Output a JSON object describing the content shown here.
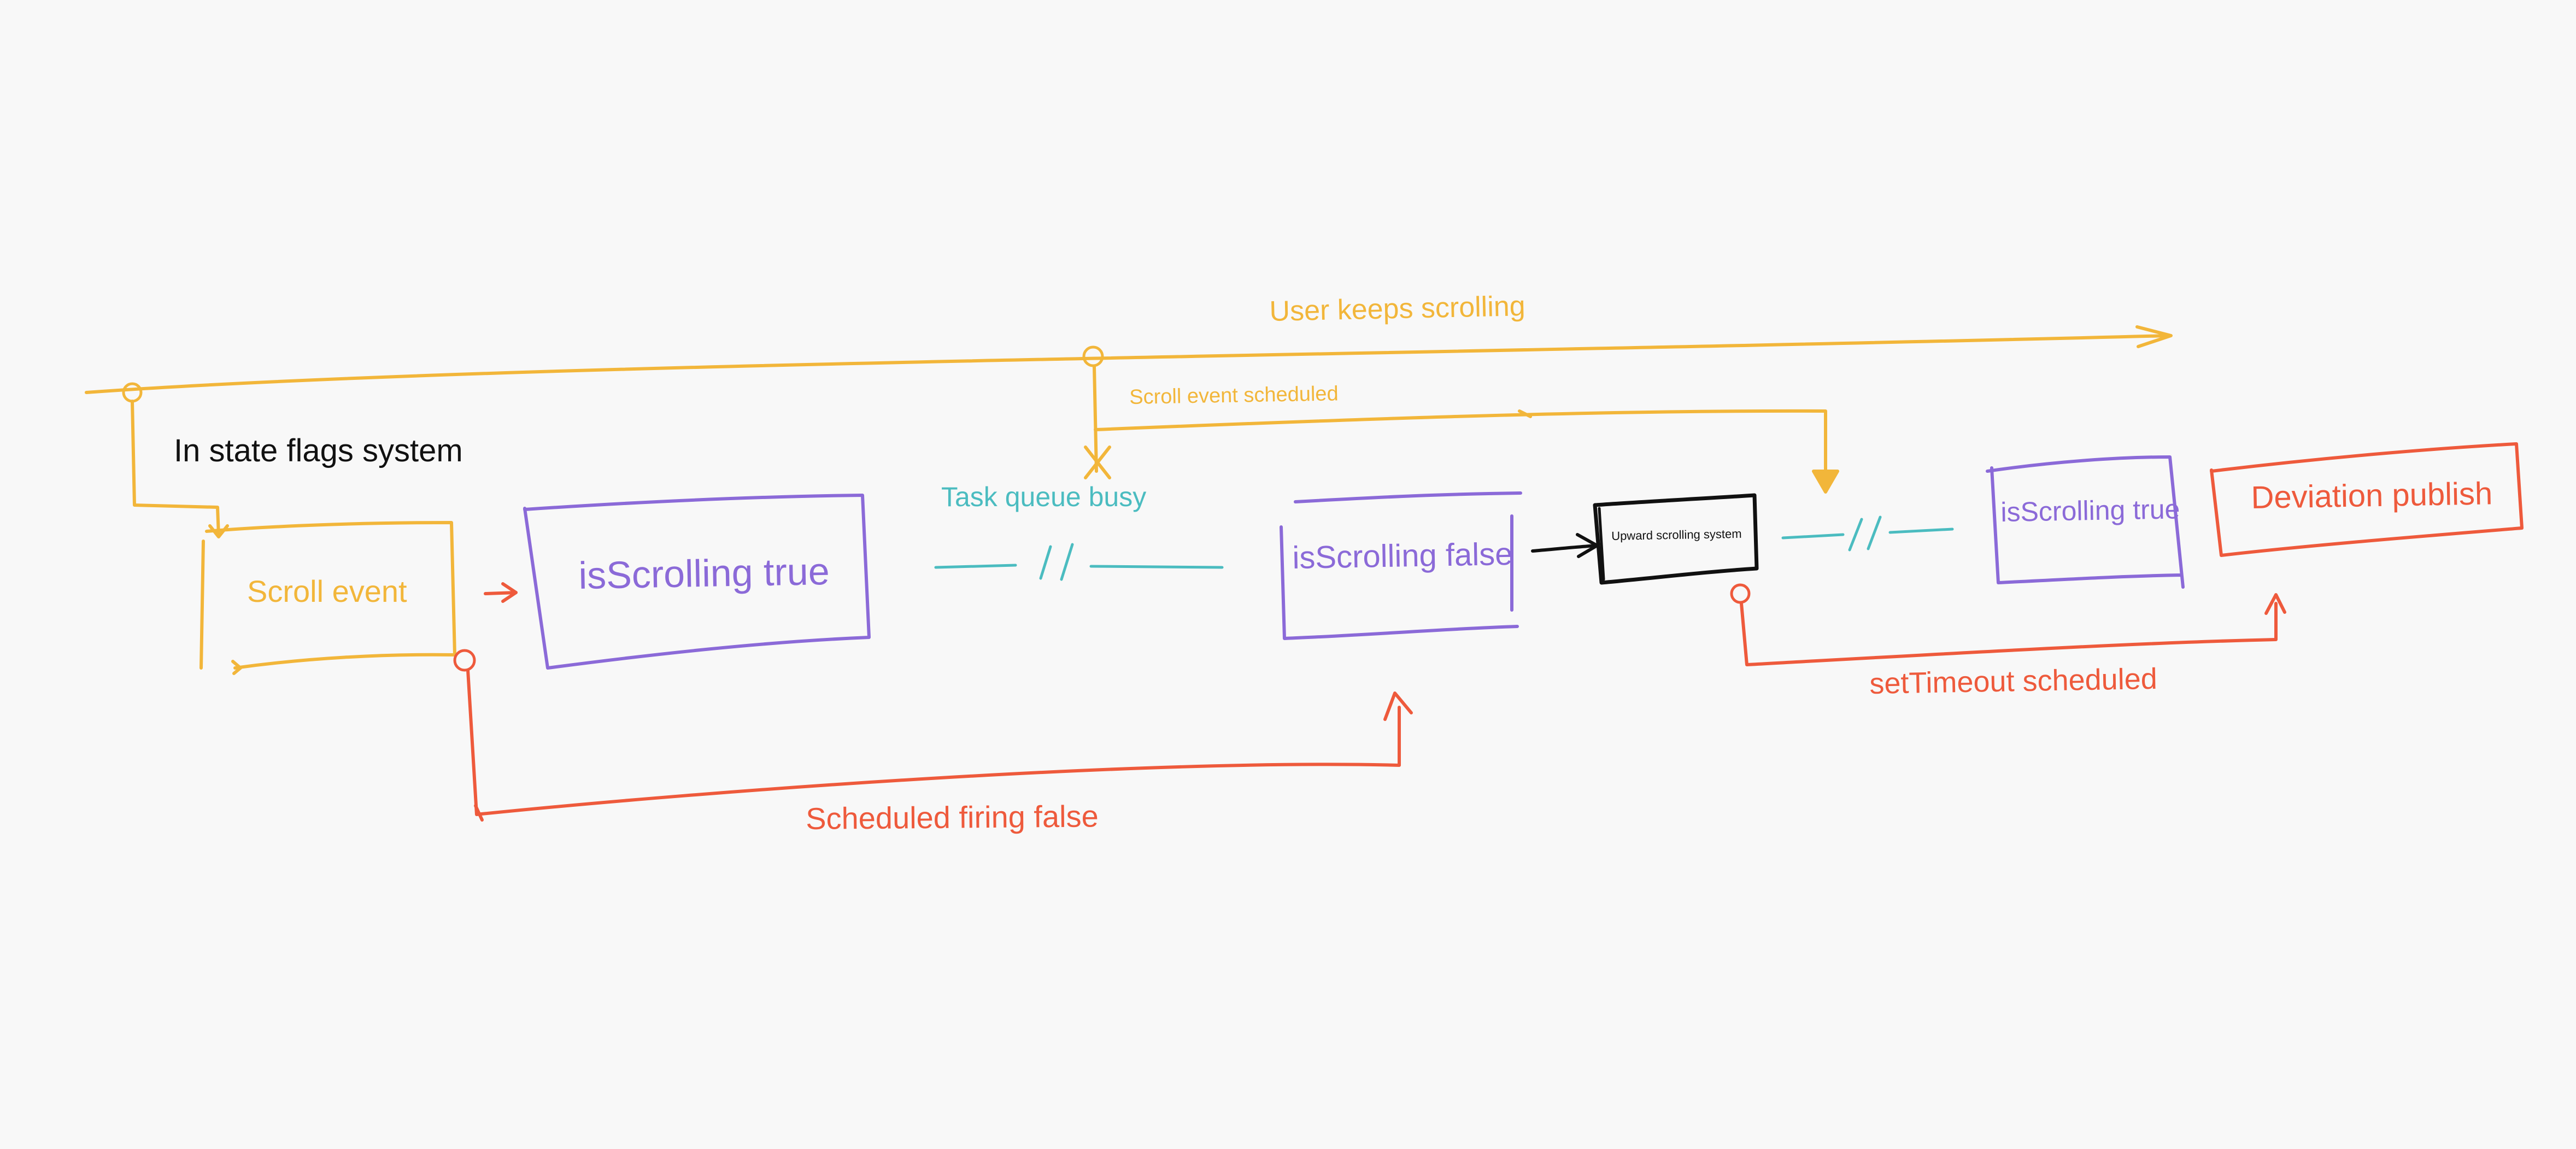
{
  "colors": {
    "yellow": "#f2b63a",
    "purple": "#8b6ad8",
    "red": "#ee5a3c",
    "teal": "#4bbcc0",
    "black": "#111111"
  },
  "diagram": {
    "title": "In state flags system",
    "loop_label": "User keeps scrolling",
    "scheduled_label": "Scroll event scheduled",
    "queue_label": "Task queue busy",
    "firing_label": "Scheduled firing false",
    "timeout_label": "setTimeout scheduled"
  },
  "nodes": {
    "scroll_event": "Scroll event",
    "is_scrolling_true": "isScrolling true",
    "is_scrolling_false": "isScrolling false",
    "upward_scrolling": "Upward scrolling system",
    "is_scrolling_true_2": "isScrolling true",
    "deviation_publish": "Deviation publish"
  }
}
